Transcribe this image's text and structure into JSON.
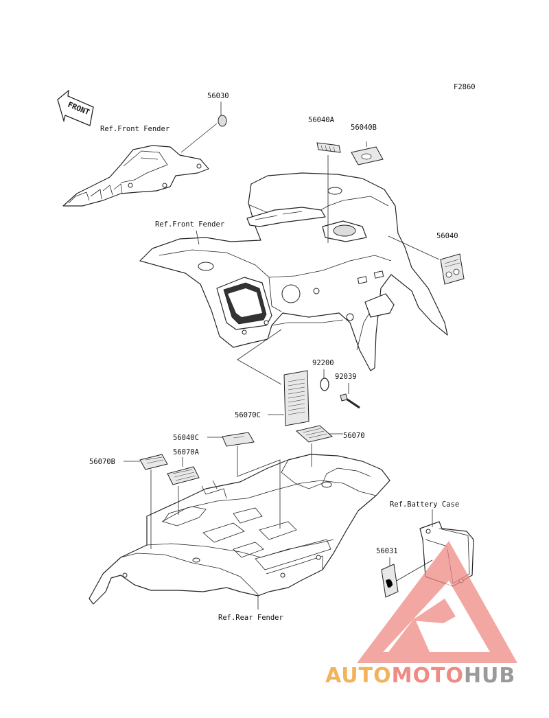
{
  "figure_code": "F2860",
  "front_label": "FRONT",
  "labels": {
    "p56030": "56030",
    "ref_front_fender_top": "Ref.Front Fender",
    "p56040A": "56040A",
    "p56040B": "56040B",
    "ref_front_fender_main": "Ref.Front Fender",
    "p56040": "56040",
    "p92200": "92200",
    "p92039": "92039",
    "p56070C": "56070C",
    "p56040C": "56040C",
    "p56070": "56070",
    "p56070B": "56070B",
    "p56070A": "56070A",
    "ref_battery_case": "Ref.Battery Case",
    "p56031": "56031",
    "ref_rear_fender": "Ref.Rear Fender"
  },
  "watermark": {
    "part1": "AUTO",
    "part2": "MOTO",
    "part3": "HUB",
    "colors": {
      "orange": "#f3b35a",
      "red": "#f08a84",
      "gray": "#9a9a9a"
    }
  }
}
